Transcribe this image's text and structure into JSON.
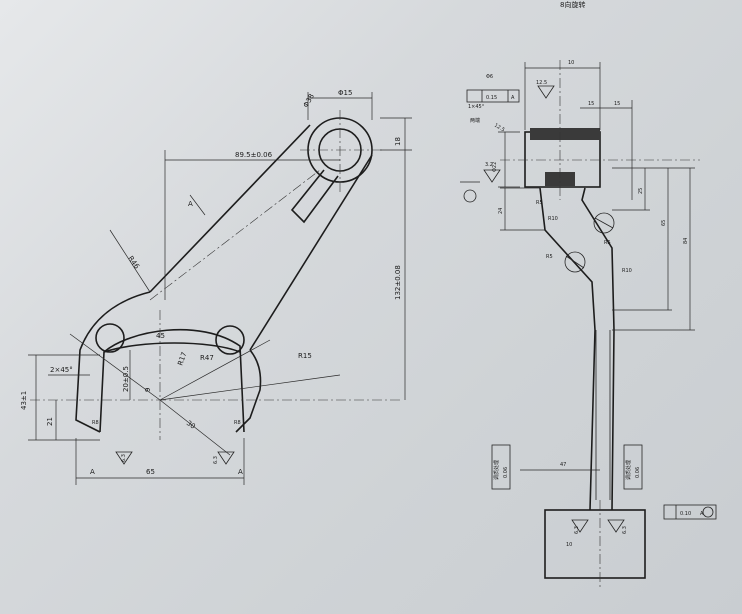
{
  "drawing": {
    "header_note": "8向旋转",
    "left_view": {
      "label_A_arrow": "A",
      "d_top_hole": "Φ38",
      "d_top_width": "Φ15",
      "d_top_dist": "89.5±0.06",
      "d_top_small": "18",
      "d_total_height": "132±0.08",
      "r_left": "R46",
      "r_right": "R15",
      "r_inner": "R47",
      "d_45": "45",
      "d_r17": "R17",
      "d_chamfer": "2×45°",
      "d_43": "43±1",
      "d_21": "21",
      "d_inner_height": "20±0.5",
      "d_9": "9",
      "d_30": "30",
      "d_bottom_width": "65",
      "bottom_label_A_left": "A",
      "bottom_label_A_right": "A",
      "rough_left": "6.3",
      "rough_right": "6.3",
      "r_small_left": "R8",
      "r_small_right": "R8"
    },
    "right_view": {
      "d_top_width": "10",
      "d_hole": "Φ6",
      "d_roughness_12_5": "12.5",
      "d_chamfer": "1×45°",
      "d_tol_box": "0.15",
      "d_tol_datum": "A",
      "d_15a": "15",
      "d_15b": "15",
      "note_both": "两端",
      "d_12_5b": "12.5",
      "d_bore": "Φ22",
      "d_rough_3_2": "3.2",
      "d_24": "24",
      "d_25": "25",
      "d_65": "65",
      "d_84": "84",
      "r_5a": "R5",
      "r_10": "R10",
      "r_5b": "R5",
      "r_5c": "R5",
      "r_10b": "R10",
      "d_47": "47",
      "gdt_left": "0.06",
      "gdt_left_note": "调质处理",
      "gdt_right": "0.06",
      "gdt_right_note": "调质处理",
      "rough_bl": "6.3",
      "rough_br": "6.3",
      "d_10_bottom": "10",
      "gdt_bottom": "0.10",
      "gdt_bottom_datum": "A"
    }
  }
}
